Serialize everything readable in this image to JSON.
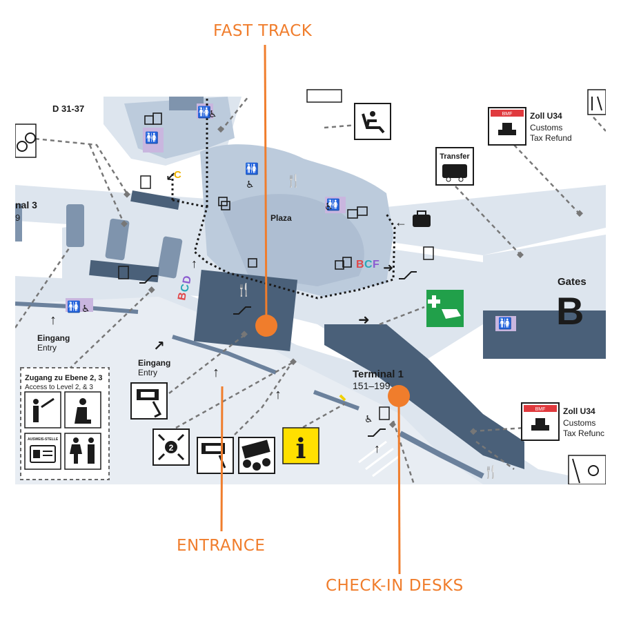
{
  "callouts": {
    "fast_track": "FAST TRACK",
    "entrance": "ENTRANCE",
    "checkin": "CHECK-IN DESKS"
  },
  "map": {
    "d_gates": "D 31-37",
    "terminal3_partial": "nal 3",
    "terminal3_number_partial": "9",
    "plaza": "Plaza",
    "gates_label": "Gates",
    "gates_letter": "B",
    "terminal1": "Terminal 1",
    "terminal1_desks": "151–199",
    "entry_left_de": "Eingang",
    "entry_left_en": "Entry",
    "entry_mid_de": "Eingang",
    "entry_mid_en": "Entry",
    "access_title_de": "Zugang zu Ebene 2, 3",
    "access_title_en": "Access to Level 2, & 3",
    "ausweis_label": "AUSWEIS-STELLE",
    "transfer": "Transfer",
    "zoll_top_title": "Zoll U34",
    "zoll_top_line1": "Customs",
    "zoll_top_line2": "Tax Refund",
    "zoll_bottom_title": "Zoll U34",
    "zoll_bottom_line1": "Customs",
    "zoll_bottom_line2": "Tax Refunc",
    "bmf_label": "BMF",
    "level_two": "2",
    "info_symbol": "i",
    "letters_bcd": [
      "B",
      "C",
      "D"
    ],
    "letters_bcf": [
      "B",
      "C",
      "F"
    ],
    "letter_c": "C"
  },
  "colors": {
    "orange": "#f07d2c",
    "corridor": "#dde5ee",
    "building": "#bccbdc",
    "dark_block": "#4a6079",
    "mid_block": "#7f94ad",
    "gates_red": "#e03a3e",
    "first_aid_green": "#21a04a",
    "info_yellow": "#ffe000",
    "restroom_purple": "#c9b6df",
    "letter_b": "#e0484a",
    "letter_c": "#2aa8b8",
    "letter_d": "#8b5bd0",
    "letter_c_yellow": "#f0b400"
  }
}
